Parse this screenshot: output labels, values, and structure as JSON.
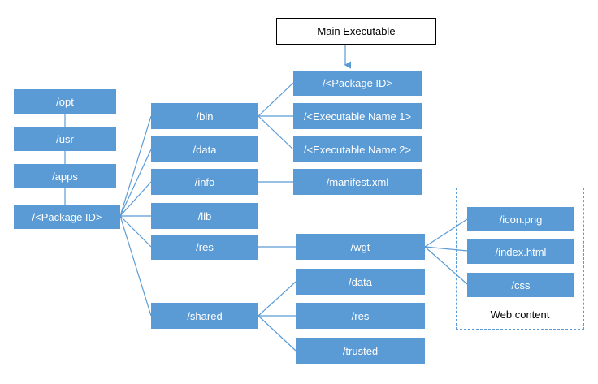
{
  "main_executable": "Main Executable",
  "left_column": {
    "opt": "/opt",
    "usr": "/usr",
    "apps": "/apps",
    "package_id": "/<Package ID>"
  },
  "package_dirs": {
    "bin": "/bin",
    "data": "/data",
    "info": "/info",
    "lib": "/lib",
    "res": "/res",
    "shared": "/shared"
  },
  "bin_children": {
    "package_id": "/<Package ID>",
    "exec_name_1": "/<Executable Name 1>",
    "exec_name_2": "/<Executable Name 2>"
  },
  "info_children": {
    "manifest": "/manifest.xml"
  },
  "res_children": {
    "wgt": "/wgt"
  },
  "shared_children": {
    "data": "/data",
    "res": "/res",
    "trusted": "/trusted"
  },
  "web_content": {
    "label": "Web content",
    "icon": "/icon.png",
    "index": "/index.html",
    "css": "/css"
  },
  "colors": {
    "node_fill": "#5b9bd5",
    "connector": "#5b9bd5"
  }
}
